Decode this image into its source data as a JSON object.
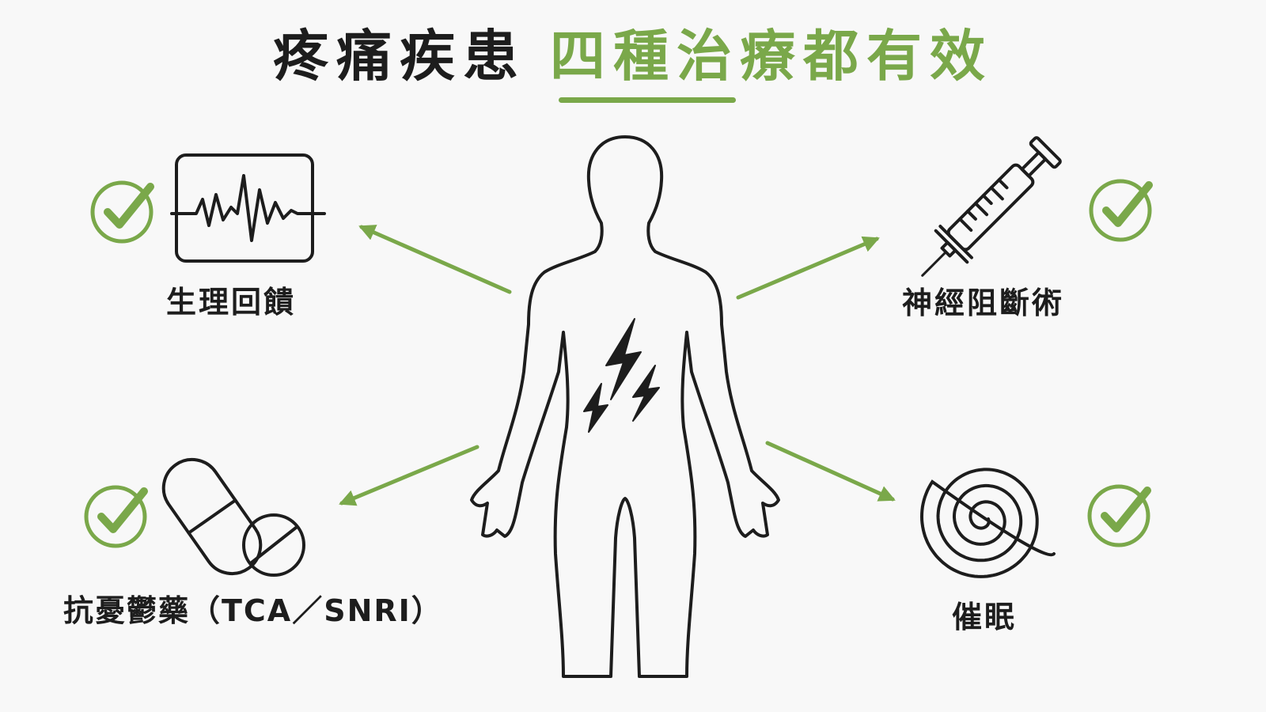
{
  "title": {
    "prefix": "疼痛疾患",
    "highlight": "四種治療都有效"
  },
  "center_icon": "human-body-pain-icon",
  "treatments": [
    {
      "label": "生理回饋",
      "icon": "biofeedback-monitor-icon",
      "check_icon": "check-circle-icon"
    },
    {
      "label": "神經阻斷術",
      "icon": "syringe-icon",
      "check_icon": "check-circle-icon"
    },
    {
      "label": "抗憂鬱藥（TCA／SNRI）",
      "icon": "pills-icon",
      "check_icon": "check-circle-icon"
    },
    {
      "label": "催眠",
      "icon": "hypnosis-spiral-icon",
      "check_icon": "check-circle-icon"
    }
  ],
  "colors": {
    "accent": "#7aa84a",
    "ink": "#1d1d1d",
    "background": "#f8f8f8"
  }
}
